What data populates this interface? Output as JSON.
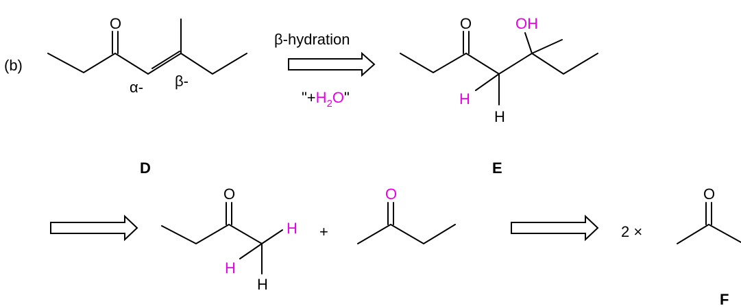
{
  "part_label": "(b)",
  "compound_labels": {
    "d": "D",
    "e": "E",
    "f": "F"
  },
  "atoms": {
    "oxygen": "O",
    "hydroxyl": "OH",
    "hydrogen": "H"
  },
  "position_labels": {
    "alpha": "α-",
    "beta": "β-"
  },
  "step1": {
    "label_top": "β-hydration",
    "label_bottom_prefix": "\"+",
    "label_bottom_h": "H",
    "label_bottom_sub": "2",
    "label_bottom_o": "O",
    "label_bottom_suffix": "\""
  },
  "plus_sign": "+",
  "multiplier": "2 ×",
  "colors": {
    "highlight": "#e600e6",
    "ink": "#000000"
  }
}
